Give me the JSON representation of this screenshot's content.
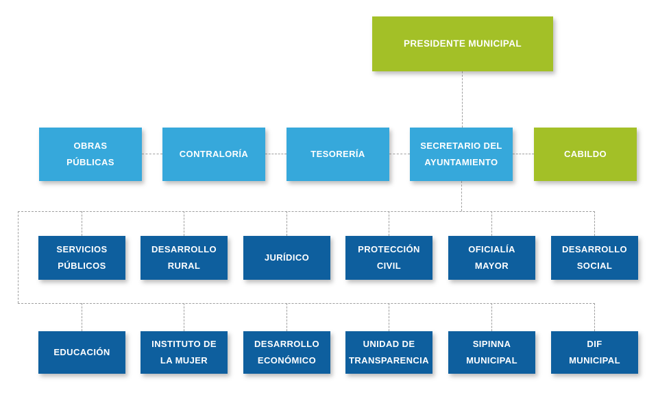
{
  "colors": {
    "root_green": "#a3c027",
    "level2_blue": "#36a8db",
    "level3_blue": "#0e5f9e",
    "connector_gray": "#9e9e9e",
    "label_text": "#ffffff",
    "background": "#ffffff"
  },
  "nodes": [
    {
      "id": "presidente-municipal",
      "level": 1,
      "color": "green",
      "label": "PRESIDENTE MUNICIPAL"
    },
    {
      "id": "obras-publicas",
      "level": 2,
      "color": "lblue",
      "label": "OBRAS\nPÚBLICAS"
    },
    {
      "id": "contraloria",
      "level": 2,
      "color": "lblue",
      "label": "CONTRALORÍA"
    },
    {
      "id": "tesoreria",
      "level": 2,
      "color": "lblue",
      "label": "TESORERÍA"
    },
    {
      "id": "secretario-del-ayuntamiento",
      "level": 2,
      "color": "lblue",
      "label": "SECRETARIO DEL\nAYUNTAMIENTO"
    },
    {
      "id": "cabildo",
      "level": 2,
      "color": "green",
      "label": "CABILDO"
    },
    {
      "id": "servicios-publicos",
      "level": 3,
      "color": "dblue",
      "label": "SERVICIOS\nPÚBLICOS"
    },
    {
      "id": "desarrollo-rural",
      "level": 3,
      "color": "dblue",
      "label": "DESARROLLO\nRURAL"
    },
    {
      "id": "juridico",
      "level": 3,
      "color": "dblue",
      "label": "JURÍDICO"
    },
    {
      "id": "proteccion-civil",
      "level": 3,
      "color": "dblue",
      "label": "PROTECCIÓN\nCIVIL"
    },
    {
      "id": "oficialia-mayor",
      "level": 3,
      "color": "dblue",
      "label": "OFICIALÍA\nMAYOR"
    },
    {
      "id": "desarrollo-social",
      "level": 3,
      "color": "dblue",
      "label": "DESARROLLO\nSOCIAL"
    },
    {
      "id": "educacion",
      "level": 4,
      "color": "dblue",
      "label": "EDUCACIÓN"
    },
    {
      "id": "instituto-de-la-mujer",
      "level": 4,
      "color": "dblue",
      "label": "INSTITUTO DE\nLA MUJER"
    },
    {
      "id": "desarrollo-economico",
      "level": 4,
      "color": "dblue",
      "label": "DESARROLLO\nECONÓMICO"
    },
    {
      "id": "unidad-de-transparencia",
      "level": 4,
      "color": "dblue",
      "label": "UNIDAD DE\nTRANSPARENCIA"
    },
    {
      "id": "sipinna-municipal",
      "level": 4,
      "color": "dblue",
      "label": "SIPINNA\nMUNICIPAL"
    },
    {
      "id": "dif-municipal",
      "level": 4,
      "color": "dblue",
      "label": "DIF\nMUNICIPAL"
    }
  ],
  "edges": [
    {
      "from": "presidente-municipal",
      "to": "secretario-del-ayuntamiento",
      "style": "dashed-vertical"
    },
    {
      "from": "obras-publicas",
      "to": "contraloria",
      "style": "dashed-horizontal"
    },
    {
      "from": "contraloria",
      "to": "tesoreria",
      "style": "dashed-horizontal"
    },
    {
      "from": "tesoreria",
      "to": "secretario-del-ayuntamiento",
      "style": "dashed-horizontal"
    },
    {
      "from": "secretario-del-ayuntamiento",
      "to": "cabildo",
      "style": "dashed-horizontal"
    },
    {
      "from": "secretario-del-ayuntamiento",
      "to": "servicios-publicos,desarrollo-rural,juridico,proteccion-civil,oficialia-mayor,desarrollo-social",
      "style": "dashed-bracket"
    },
    {
      "from": "secretario-del-ayuntamiento",
      "to": "educacion,instituto-de-la-mujer,desarrollo-economico,unidad-de-transparencia,sipinna-municipal,dif-municipal",
      "style": "dashed-bracket"
    }
  ]
}
